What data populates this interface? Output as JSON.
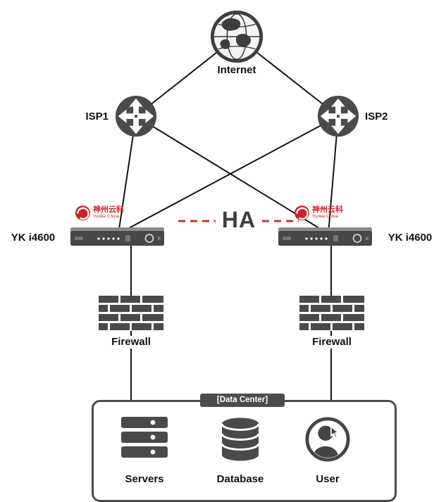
{
  "diagram": {
    "nodes": {
      "internet": {
        "label": "Internet"
      },
      "isp1": {
        "label": "ISP1"
      },
      "isp2": {
        "label": "ISP2"
      },
      "yk_left": {
        "label": "YK i4600"
      },
      "yk_right": {
        "label": "YK i4600"
      },
      "firewall_left": {
        "label": "Firewall"
      },
      "firewall_right": {
        "label": "Firewall"
      },
      "datacenter": {
        "label": "[Data Center]"
      },
      "servers": {
        "label": "Servers"
      },
      "database": {
        "label": "Database"
      },
      "user": {
        "label": "User"
      }
    },
    "ha_link": {
      "label": "HA",
      "style": "red-dashed"
    },
    "vendor_logo": {
      "cn": "神州云科",
      "en": "Yunke China"
    },
    "edges": [
      {
        "from": "internet",
        "to": "isp1"
      },
      {
        "from": "internet",
        "to": "isp2"
      },
      {
        "from": "isp1",
        "to": "yk_left"
      },
      {
        "from": "isp1",
        "to": "yk_right"
      },
      {
        "from": "isp2",
        "to": "yk_left"
      },
      {
        "from": "isp2",
        "to": "yk_right"
      },
      {
        "from": "yk_left",
        "to": "firewall_left"
      },
      {
        "from": "yk_right",
        "to": "firewall_right"
      },
      {
        "from": "firewall_left",
        "to": "datacenter"
      },
      {
        "from": "firewall_right",
        "to": "datacenter"
      },
      {
        "from": "yk_left",
        "to": "yk_right",
        "type": "ha",
        "style": "red-dashed"
      }
    ],
    "colors": {
      "line": "#141414",
      "node_gray": "#4a4a4a",
      "logo_red": "#cc2127",
      "ha_red": "#c3392f"
    }
  }
}
